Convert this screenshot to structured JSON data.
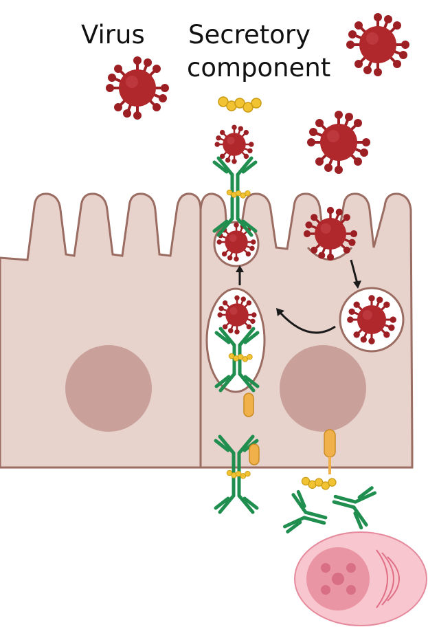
{
  "labels": {
    "virus": "Virus",
    "secretory_line1": "Secretory",
    "secretory_line2": "component"
  },
  "colors": {
    "cell_fill": "#e7d2cc",
    "cell_stroke": "#9b6c62",
    "nucleus": "#c9a09a",
    "virus_body": "#b0272c",
    "virus_spike": "#9c1f24",
    "antibody": "#1f8e4f",
    "secretory": "#f1c232",
    "receptor": "#f0b04a",
    "plasma_cell": "#f7c6cf",
    "plasma_nucleus": "#ea95a3"
  }
}
